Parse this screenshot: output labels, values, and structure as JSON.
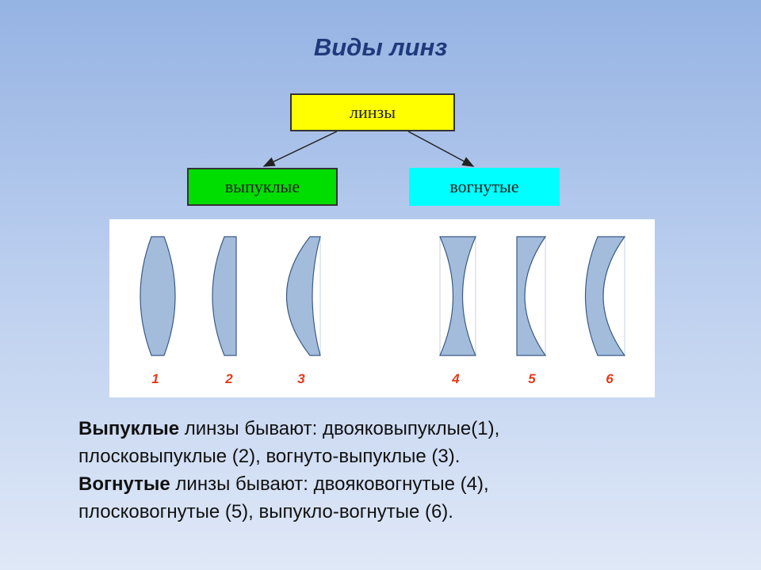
{
  "title": "Виды линз",
  "diagram": {
    "root": "линзы",
    "left_branch": "выпуклые",
    "right_branch": "вогнутые",
    "box_colors": {
      "root": "#ffff00",
      "left": "#00dd00",
      "right": "#00ffff"
    }
  },
  "lenses": {
    "fill_color": "#a3bcdc",
    "number_color": "#e23a1a",
    "items": [
      {
        "number": "1",
        "kind": "biconvex"
      },
      {
        "number": "2",
        "kind": "plano-convex"
      },
      {
        "number": "3",
        "kind": "concavo-convex"
      },
      {
        "number": "4",
        "kind": "biconcave"
      },
      {
        "number": "5",
        "kind": "plano-concave"
      },
      {
        "number": "6",
        "kind": "convexo-concave"
      }
    ]
  },
  "description": {
    "line1_bold": "Выпуклые",
    "line1_rest": " линзы бывают: двояковыпуклые(1),",
    "line2": "плосковыпуклые (2), вогнуто-выпуклые (3).",
    "line3_bold": "Вогнутые",
    "line3_rest": " линзы бывают: двояковогнутые (4),",
    "line4": "плосковогнутые (5), выпукло-вогнутые (6)."
  }
}
